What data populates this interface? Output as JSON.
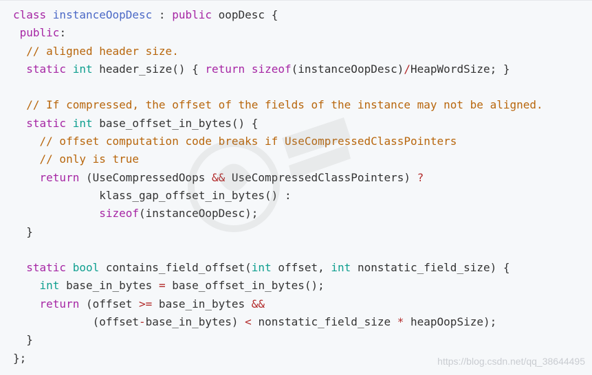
{
  "code_lines": [
    [
      {
        "t": "class ",
        "c": "kw"
      },
      {
        "t": "instanceOopDesc",
        "c": "cls"
      },
      {
        "t": " : ",
        "c": "pl"
      },
      {
        "t": "public",
        "c": "kw"
      },
      {
        "t": " oopDesc {",
        "c": "pl"
      }
    ],
    [
      {
        "t": " ",
        "c": "pl"
      },
      {
        "t": "public",
        "c": "kw"
      },
      {
        "t": ":",
        "c": "pl"
      }
    ],
    [
      {
        "t": "  ",
        "c": "pl"
      },
      {
        "t": "// aligned header size.",
        "c": "cm"
      }
    ],
    [
      {
        "t": "  ",
        "c": "pl"
      },
      {
        "t": "static",
        "c": "kw"
      },
      {
        "t": " ",
        "c": "pl"
      },
      {
        "t": "int",
        "c": "type"
      },
      {
        "t": " header_size() { ",
        "c": "pl"
      },
      {
        "t": "return",
        "c": "kw"
      },
      {
        "t": " ",
        "c": "pl"
      },
      {
        "t": "sizeof",
        "c": "kw"
      },
      {
        "t": "(instanceOopDesc)",
        "c": "pl"
      },
      {
        "t": "/",
        "c": "op"
      },
      {
        "t": "HeapWordSize; }",
        "c": "pl"
      }
    ],
    [
      {
        "t": "",
        "c": "pl"
      }
    ],
    [
      {
        "t": "  ",
        "c": "pl"
      },
      {
        "t": "// If compressed, the offset of the fields of the instance may not be aligned.",
        "c": "cm"
      }
    ],
    [
      {
        "t": "  ",
        "c": "pl"
      },
      {
        "t": "static",
        "c": "kw"
      },
      {
        "t": " ",
        "c": "pl"
      },
      {
        "t": "int",
        "c": "type"
      },
      {
        "t": " base_offset_in_bytes() {",
        "c": "pl"
      }
    ],
    [
      {
        "t": "    ",
        "c": "pl"
      },
      {
        "t": "// offset computation code breaks if UseCompressedClassPointers",
        "c": "cm"
      }
    ],
    [
      {
        "t": "    ",
        "c": "pl"
      },
      {
        "t": "// only is true",
        "c": "cm"
      }
    ],
    [
      {
        "t": "    ",
        "c": "pl"
      },
      {
        "t": "return",
        "c": "kw"
      },
      {
        "t": " (UseCompressedOops ",
        "c": "pl"
      },
      {
        "t": "&&",
        "c": "op"
      },
      {
        "t": " UseCompressedClassPointers) ",
        "c": "pl"
      },
      {
        "t": "?",
        "c": "op"
      }
    ],
    [
      {
        "t": "             klass_gap_offset_in_bytes() :",
        "c": "pl"
      }
    ],
    [
      {
        "t": "             ",
        "c": "pl"
      },
      {
        "t": "sizeof",
        "c": "kw"
      },
      {
        "t": "(instanceOopDesc);",
        "c": "pl"
      }
    ],
    [
      {
        "t": "  }",
        "c": "pl"
      }
    ],
    [
      {
        "t": "",
        "c": "pl"
      }
    ],
    [
      {
        "t": "  ",
        "c": "pl"
      },
      {
        "t": "static",
        "c": "kw"
      },
      {
        "t": " ",
        "c": "pl"
      },
      {
        "t": "bool",
        "c": "type"
      },
      {
        "t": " contains_field_offset(",
        "c": "pl"
      },
      {
        "t": "int",
        "c": "type"
      },
      {
        "t": " offset, ",
        "c": "pl"
      },
      {
        "t": "int",
        "c": "type"
      },
      {
        "t": " nonstatic_field_size) {",
        "c": "pl"
      }
    ],
    [
      {
        "t": "    ",
        "c": "pl"
      },
      {
        "t": "int",
        "c": "type"
      },
      {
        "t": " base_in_bytes ",
        "c": "pl"
      },
      {
        "t": "=",
        "c": "op"
      },
      {
        "t": " base_offset_in_bytes();",
        "c": "pl"
      }
    ],
    [
      {
        "t": "    ",
        "c": "pl"
      },
      {
        "t": "return",
        "c": "kw"
      },
      {
        "t": " (offset ",
        "c": "pl"
      },
      {
        "t": ">=",
        "c": "op"
      },
      {
        "t": " base_in_bytes ",
        "c": "pl"
      },
      {
        "t": "&&",
        "c": "op"
      }
    ],
    [
      {
        "t": "            (offset",
        "c": "pl"
      },
      {
        "t": "-",
        "c": "op"
      },
      {
        "t": "base_in_bytes) ",
        "c": "pl"
      },
      {
        "t": "<",
        "c": "op"
      },
      {
        "t": " nonstatic_field_size ",
        "c": "pl"
      },
      {
        "t": "*",
        "c": "op"
      },
      {
        "t": " heapOopSize);",
        "c": "pl"
      }
    ],
    [
      {
        "t": "  }",
        "c": "pl"
      }
    ],
    [
      {
        "t": "};",
        "c": "pl"
      }
    ]
  ],
  "watermark_text": "https://blog.csdn.net/qq_38644495",
  "colors": {
    "background": "#f6f8fa",
    "keyword": "#a626a4",
    "type": "#0f9f8f",
    "class_name": "#4b69c6",
    "comment": "#b8660c",
    "operator": "#b22a2a",
    "plain": "#333333"
  }
}
